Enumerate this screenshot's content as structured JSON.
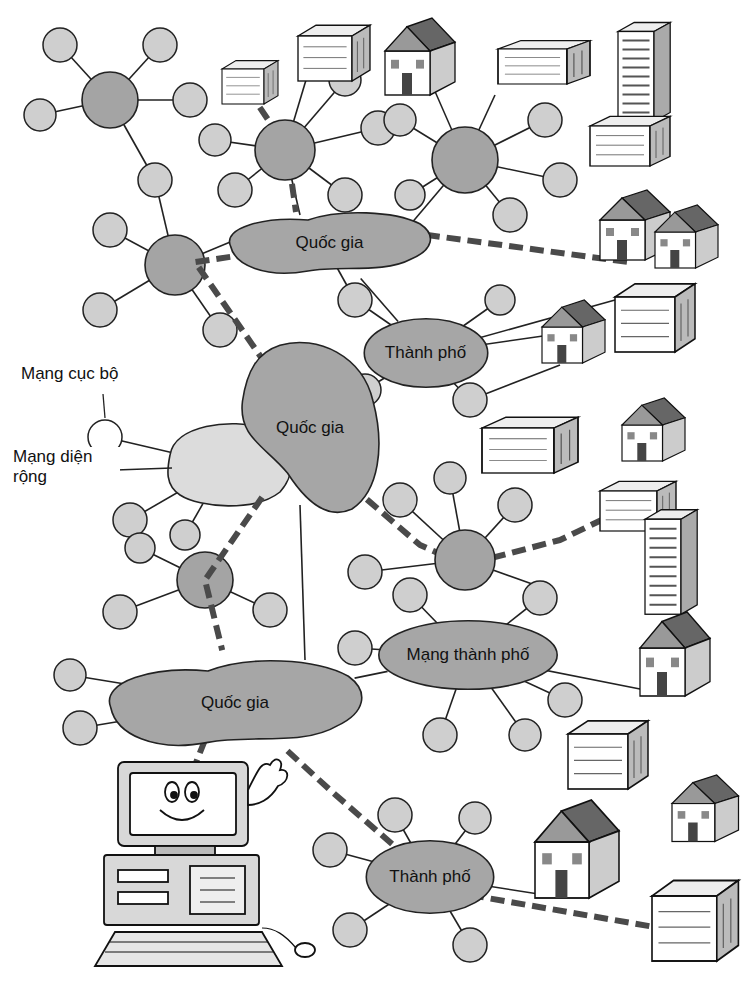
{
  "diagram": {
    "nodes": [
      {
        "text": [
          "Quốc gia"
        ]
      },
      {
        "text": [
          "Quốc gia"
        ]
      },
      {
        "text": [
          "Thành phố"
        ]
      },
      {
        "text": [
          "Mạng thành phố"
        ]
      },
      {
        "text": [
          "Quốc gia"
        ]
      },
      {
        "text": [
          "Thành phố"
        ]
      }
    ],
    "edges": [
      {
        "from": 0,
        "to": 1,
        "arrow": "none"
      },
      {
        "from": 1,
        "to": 4,
        "arrow": "none"
      },
      {
        "from": 0,
        "to": 2,
        "arrow": "none"
      },
      {
        "from": 4,
        "to": 3,
        "arrow": "none"
      },
      {
        "from": 4,
        "to": 5,
        "arrow": "none"
      }
    ],
    "labels": [
      "Mạng cục bộ",
      "Mạng diện rộng"
    ]
  }
}
